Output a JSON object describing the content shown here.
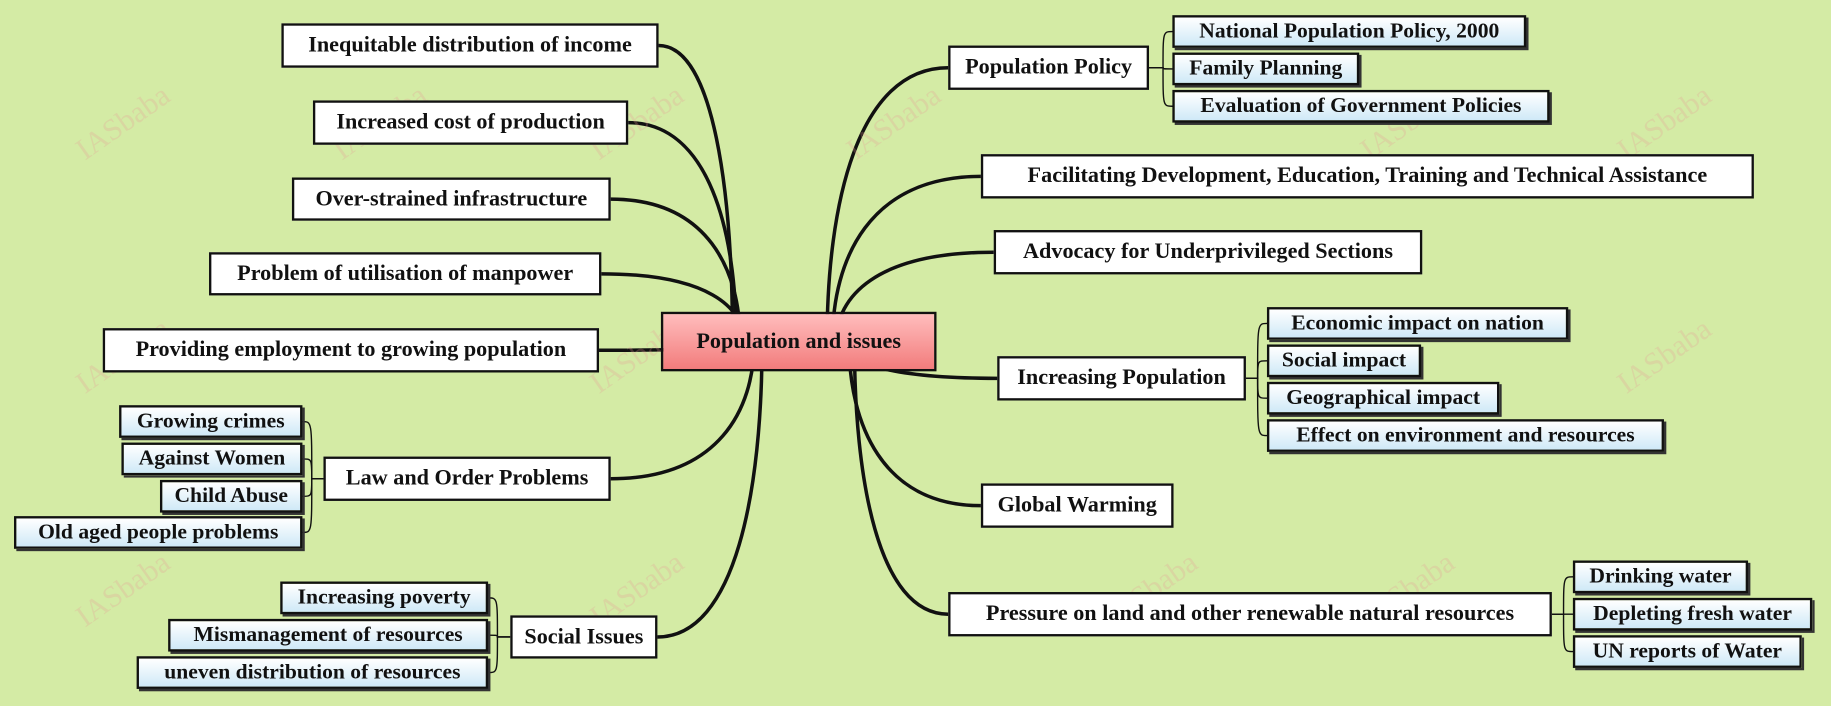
{
  "center": "Population and issues",
  "watermark": "IASbaba",
  "left": [
    {
      "label": "Inequitable distribution of income"
    },
    {
      "label": "Increased cost of production"
    },
    {
      "label": "Over-strained infrastructure"
    },
    {
      "label": "Problem of utilisation of manpower"
    },
    {
      "label": "Providing employment to growing population"
    },
    {
      "label": "Law and Order Problems",
      "children": [
        "Growing crimes",
        "Against Women",
        "Child Abuse",
        "Old aged people problems"
      ]
    },
    {
      "label": "Social Issues",
      "children": [
        "Increasing poverty",
        "Mismanagement of resources",
        "uneven distribution of resources"
      ]
    }
  ],
  "right": [
    {
      "label": "Population Policy",
      "children": [
        "National Population Policy, 2000",
        "Family Planning",
        "Evaluation of Government Policies"
      ]
    },
    {
      "label": "Facilitating Development, Education, Training and Technical Assistance"
    },
    {
      "label": "Advocacy for Underprivileged Sections"
    },
    {
      "label": "Increasing Population",
      "children": [
        "Economic impact on nation",
        "Social impact",
        "Geographical impact",
        "Effect on environment and resources"
      ]
    },
    {
      "label": "Global Warming"
    },
    {
      "label": "Pressure on land and other renewable natural resources",
      "children": [
        "Drinking water",
        "Depleting fresh water",
        "UN reports of Water"
      ]
    }
  ]
}
